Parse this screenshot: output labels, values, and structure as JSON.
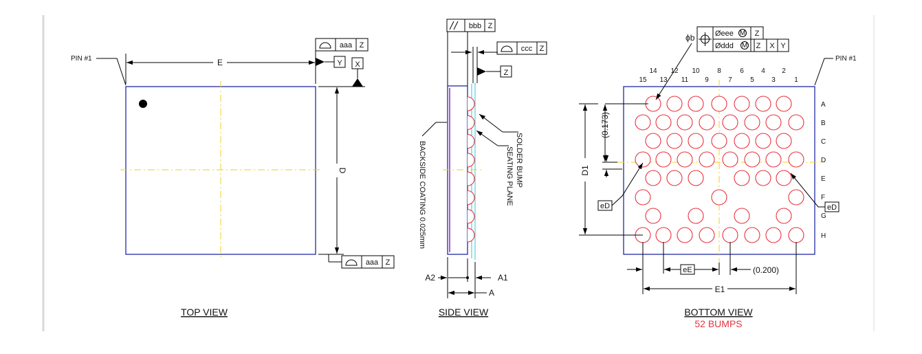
{
  "pin1_label": "PIN #1",
  "top_view": {
    "title": "TOP VIEW",
    "dim_e": "E",
    "dim_d": "D",
    "fc_flat_top": "aaa",
    "fc_flat_bottom": "aaa",
    "datum_z": "Z",
    "datum_y": "Y",
    "datum_x": "X"
  },
  "side_view": {
    "title": "SIDE VIEW",
    "fc_parallel": "bbb",
    "fc_profile": "ccc",
    "datum_z": "Z",
    "backside_label": "BACKSIDE COATING 0.025mm",
    "solder_label": "SOLDER BUMP",
    "seating_label": "SEATING PLANE",
    "dim_a2": "A2",
    "dim_a1": "A1",
    "dim_a": "A"
  },
  "bottom_view": {
    "title": "BOTTOM VIEW",
    "subtitle": "52 BUMPS",
    "phi_b": "ϕb",
    "fc_row1": "Øeee",
    "fc_row2": "Øddd",
    "mod_m": "M",
    "datum_z": "Z",
    "datum_x": "X",
    "datum_y": "Y",
    "dim_0173": "(0.173)",
    "dim_d1": "D1",
    "dim_ed": "eD",
    "dim_ee": "eE",
    "dim_0200": "(0.200)",
    "dim_e1": "E1",
    "cols_even": [
      "14",
      "12",
      "10",
      "8",
      "6",
      "4",
      "2"
    ],
    "cols_odd": [
      "15",
      "13",
      "11",
      "9",
      "7",
      "5",
      "3",
      "1"
    ],
    "rows": [
      "A",
      "B",
      "C",
      "D",
      "E",
      "F",
      "G",
      "H"
    ]
  },
  "colors": {
    "outline": "#1f2aa0",
    "bump": "#e8323c",
    "centerline": "#f2d21e",
    "coating": "#37c3d8"
  }
}
